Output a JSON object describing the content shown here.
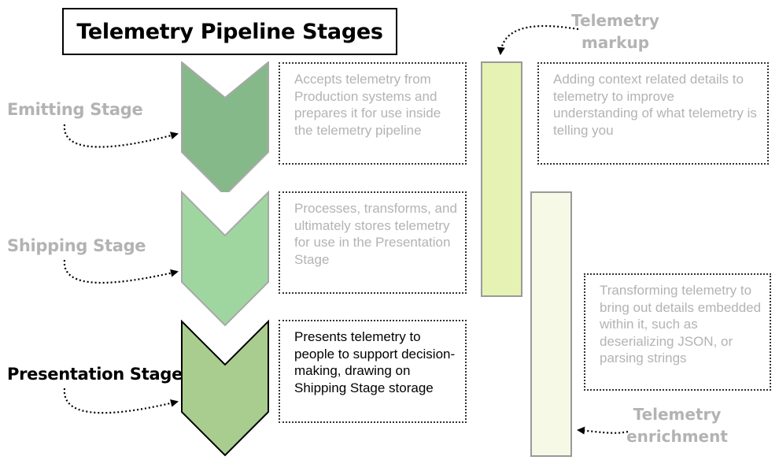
{
  "title": "Telemetry Pipeline Stages",
  "stages": [
    {
      "name": "Emitting Stage",
      "description": "Accepts telemetry from Production systems and prepares it for use inside the telemetry pipeline",
      "color": "#86b98a",
      "highlighted": false
    },
    {
      "name": "Shipping Stage",
      "description": "Processes, transforms, and ultimately stores telemetry for use in the Presentation Stage",
      "color": "#9fd6a0",
      "highlighted": false
    },
    {
      "name": "Presentation Stage",
      "description": "Presents telemetry to people to support decision-making, drawing on Shipping Stage storage",
      "color": "#a9cd8e",
      "highlighted": true
    }
  ],
  "side_processes": [
    {
      "name": "Telemetry markup",
      "description": "Adding context related details to telemetry to improve understanding of what telemetry is telling you",
      "color": "#e6f2b3"
    },
    {
      "name": "Telemetry enrichment",
      "description": "Transforming telemetry to bring out details embedded within it, such as deserializing JSON, or parsing strings",
      "color": "#f5f9e6"
    }
  ]
}
